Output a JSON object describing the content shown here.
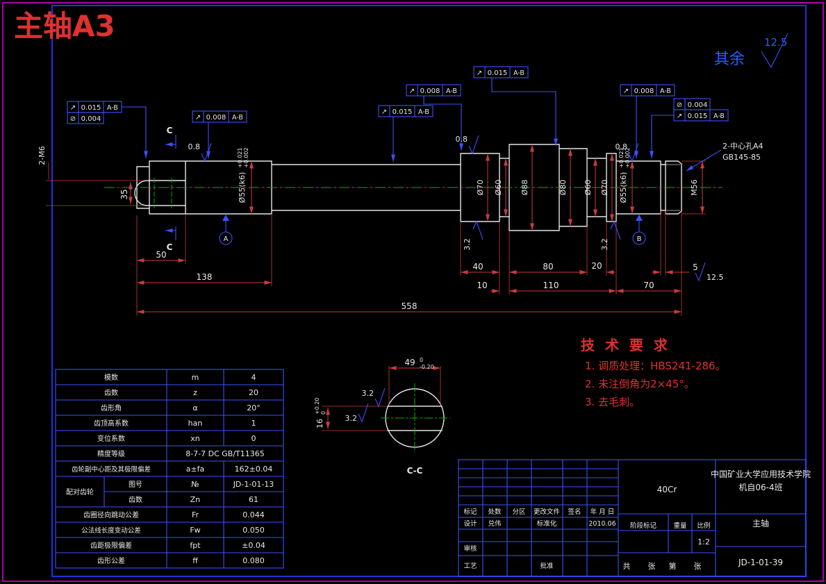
{
  "page": {
    "title": "主轴A3"
  },
  "general_roughness": {
    "label": "其余",
    "value": "12.5"
  },
  "center_hole_note": {
    "line1": "2-中心孔A4",
    "line2": "GB145-85"
  },
  "section_marks": {
    "c_top": "C",
    "c_bottom": "C",
    "section_label": "C-C"
  },
  "datums": {
    "a": "A",
    "b": "B"
  },
  "gdt_frames": {
    "left_runout": {
      "symbol": "↗",
      "value": "0.015",
      "datum": "A-B"
    },
    "left_cyl": {
      "symbol": "⊘",
      "value": "0.004"
    },
    "flat_runout": {
      "symbol": "↗",
      "value": "0.008",
      "datum": "A-B"
    },
    "body_runout": {
      "symbol": "↗",
      "value": "0.015",
      "datum": "A-B"
    },
    "collar_runout": {
      "symbol": "↗",
      "value": "0.008",
      "datum": "A-B"
    },
    "gear_runout": {
      "symbol": "↗",
      "value": "0.015",
      "datum": "A-B"
    },
    "right_runout8": {
      "symbol": "↗",
      "value": "0.008",
      "datum": "A-B"
    },
    "right_cyl": {
      "symbol": "⊘",
      "value": "0.004"
    },
    "right_runout15": {
      "symbol": "↗",
      "value": "0.015",
      "datum": "A-B"
    }
  },
  "roughness": {
    "flat_top": "0.8",
    "collar_top": "0.8",
    "journal_top": "0.8",
    "groove_left": "3.2",
    "groove_right": "3.2",
    "thread_end": "12.5",
    "section_flat_1": "3.2",
    "section_flat_2": "3.2"
  },
  "dimensions": {
    "len_50": "50",
    "len_138": "138",
    "len_40": "40",
    "len_80": "80",
    "len_20": "20",
    "len_5": "5",
    "len_10": "10",
    "len_110": "110",
    "len_70": "70",
    "len_558": "558",
    "flat_width_35": "35",
    "thread_note": "2-M6",
    "thread_m56": "M56",
    "dia_70_left": "Ø70",
    "dia_60_left": "Ø60",
    "dia_88": "Ø88",
    "dia_80": "Ø80",
    "dia_60_right": "Ø60",
    "dia_70_right": "Ø70",
    "dia_55_left": {
      "main": "Ø55(k6)",
      "upper": "+0.021",
      "lower": "+0.002"
    },
    "dia_55_right": {
      "main": "Ø55(k6)",
      "upper": "+0.021",
      "lower": "+0.002"
    },
    "sec_49": {
      "main": "49",
      "upper": "0",
      "lower": "-0.20"
    },
    "sec_16": {
      "main": "16",
      "upper": "+0.20",
      "lower": "0"
    }
  },
  "tech_requirements": {
    "title": "技 术 要 求",
    "items": [
      "1. 调质处理：HBS241-286。",
      "2. 未注倒角为2×45°。",
      "3. 去毛刺。"
    ]
  },
  "gear_table": {
    "rows": [
      {
        "label": "模数",
        "sym": "m",
        "val": "4"
      },
      {
        "label": "齿数",
        "sym": "z",
        "val": "20"
      },
      {
        "label": "齿形角",
        "sym": "α",
        "val": "20°"
      },
      {
        "label": "齿顶高系数",
        "sym": "han",
        "val": "1"
      },
      {
        "label": "变位系数",
        "sym": "xn",
        "val": "0"
      },
      {
        "label": "精度等级",
        "sym": "",
        "val": "8-7-7 DC GB/T11365"
      },
      {
        "label": "齿轮副中心距及其极限偏差",
        "sym": "a±fa",
        "val": "162±0.04"
      },
      {
        "label": "配对齿轮",
        "sub": "图号",
        "sym": "№",
        "val": "JD-1-01-13"
      },
      {
        "label": "",
        "sub": "齿数",
        "sym": "Zn",
        "val": "61"
      },
      {
        "label": "齿圈径向跳动公差",
        "sym": "Fr",
        "val": "0.044"
      },
      {
        "label": "公法线长度变动公差",
        "sym": "Fw",
        "val": "0.050"
      },
      {
        "label": "齿距极限偏差",
        "sym": "fpt",
        "val": "±0.04"
      },
      {
        "label": "齿形公差",
        "sym": "ff",
        "val": "0.080"
      }
    ]
  },
  "title_block": {
    "material": "40Cr",
    "school_line1": "中国矿业大学应用技术学院",
    "school_line2": "机自06-4班",
    "part_name": "主轴",
    "drawing_no": "JD-1-01-39",
    "header": {
      "c1": "标记",
      "c2": "处数",
      "c3": "分区",
      "c4": "更改文件",
      "c5": "签名",
      "c6": "年 月 日"
    },
    "design_label": "设计",
    "designer": "兑伟",
    "std_label": "标准化",
    "date": "2010.06",
    "check_label": "审核",
    "process_label": "工艺",
    "approve_label": "批准",
    "stage_label": "阶段标记",
    "weight_label": "重量",
    "scale_label": "比例",
    "scale_value": "1:2",
    "sheet_note": {
      "p1": "共",
      "p2": "张",
      "p3": "第",
      "p4": "张"
    }
  }
}
